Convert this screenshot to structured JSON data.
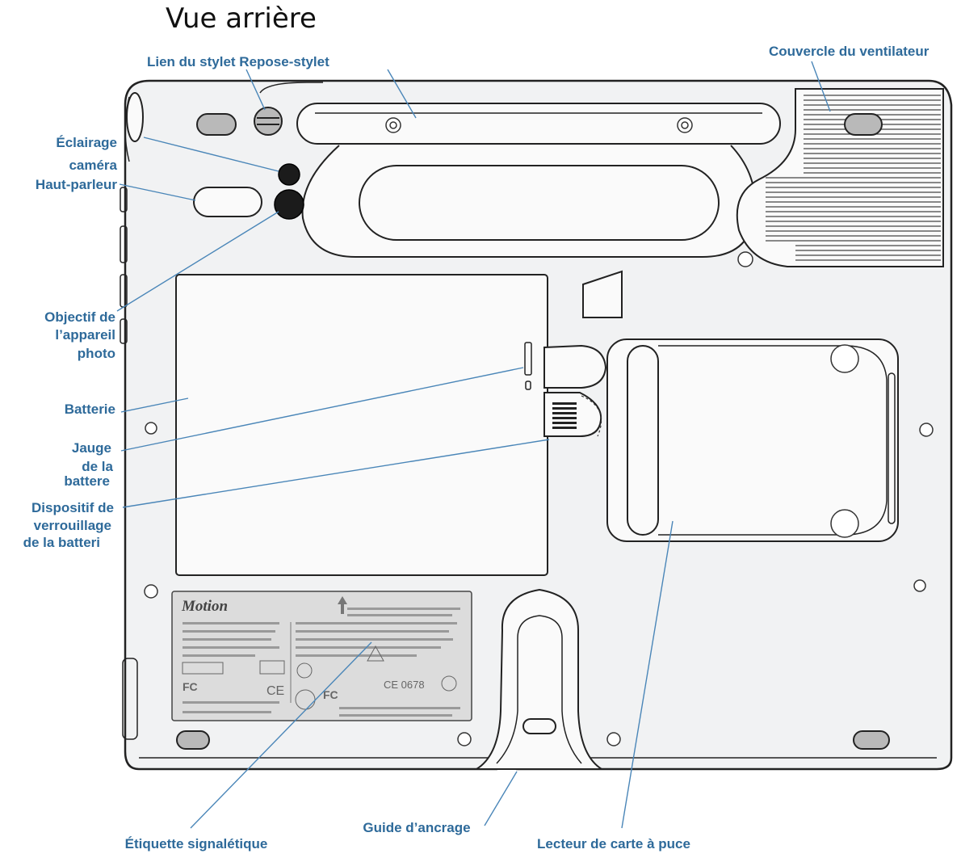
{
  "title": "Vue arrière",
  "callouts": {
    "stylus_tether_and_holder": "Lien du stylet Repose-stylet",
    "fan_cover": "Couvercle du ventilateur",
    "camera_light_1": "Éclairage",
    "camera_light_2": "caméra",
    "speaker": "Haut-parleur",
    "camera_lens_1": "Objectif de",
    "camera_lens_2": "l’appareil",
    "camera_lens_3": "photo",
    "battery": "Batterie",
    "battery_gauge_1": "Jauge",
    "battery_gauge_2": "de la",
    "battery_gauge_3": "battere",
    "battery_lock_1": "Dispositif de",
    "battery_lock_2": "verrouillage",
    "battery_lock_3": "de la batteri",
    "product_label": "Étiquette signalétique",
    "docking_guide": "Guide d’ancrage",
    "smart_card_reader": "Lecteur de carte à puce"
  },
  "label_plate": {
    "brand": "Motion"
  },
  "colors": {
    "callout_text": "#2e6a9a",
    "leader_line": "#4a86b8",
    "device_body": "#f1f2f3"
  }
}
